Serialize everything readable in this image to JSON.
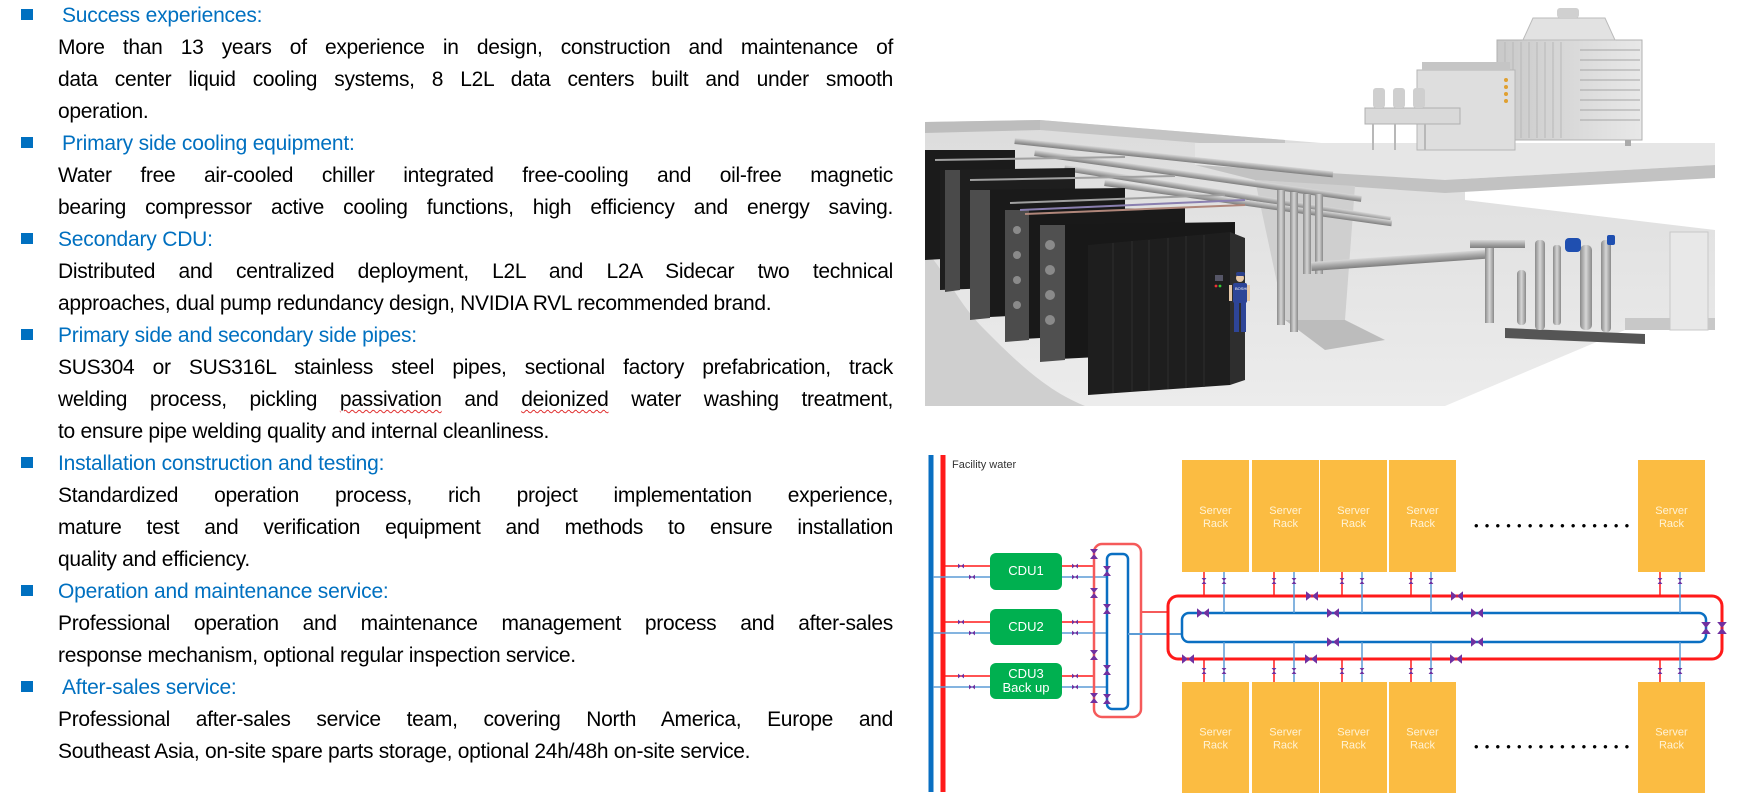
{
  "sections": [
    {
      "heading": "Success experiences:",
      "lines": [
        "More than 13 years of experience in design, construction and maintenance of",
        "data center liquid cooling systems, 8 L2L data centers built and under smooth",
        "operation."
      ]
    },
    {
      "heading": "Primary side cooling equipment:",
      "lines": [
        "Water free air-cooled chiller integrated free-cooling and oil-free magnetic",
        "bearing compressor active cooling functions, high efficiency and energy saving."
      ]
    },
    {
      "heading": "Secondary CDU:",
      "lines": [
        "Distributed and centralized deployment, L2L and L2A Sidecar two technical",
        "approaches, dual pump redundancy design, NVIDIA RVL recommended brand."
      ]
    },
    {
      "heading": "Primary side and secondary side pipes:",
      "lines": [
        "SUS304 or SUS316L stainless steel pipes, sectional factory prefabrication, track",
        "welding process, pickling passivation and deionized water washing treatment,",
        "to ensure pipe welding quality and internal cleanliness."
      ]
    },
    {
      "heading": "Installation construction and testing:",
      "lines": [
        "Standardized operation process, rich project implementation experience,",
        "mature test and verification equipment and methods to ensure installation",
        "quality and efficiency."
      ]
    },
    {
      "heading": "Operation and maintenance service:",
      "lines": [
        "Professional operation and maintenance management process and after-sales",
        "response mechanism, optional regular inspection service."
      ]
    },
    {
      "heading": "After-sales service:",
      "lines": [
        "Professional after-sales service team, covering North America, Europe and",
        "Southeast Asia, on-site spare parts storage, optional 24h/48h on-site service."
      ]
    }
  ],
  "render": {
    "badge_text": "BOSHI"
  },
  "diagram": {
    "facility_water_label": "Facility water",
    "cdus": [
      {
        "line1": "CDU1",
        "line2": ""
      },
      {
        "line1": "CDU2",
        "line2": ""
      },
      {
        "line1": "CDU3",
        "line2": "Back up"
      }
    ],
    "rack_label_line1": "Server",
    "rack_label_line2": "Rack",
    "racks_per_row_shown": 5,
    "ellipsis": "• • • • • • • • • • • • • • •",
    "colors": {
      "supply_red": "#ff1a1a",
      "light_red": "#f55a5a",
      "return_blue": "#0a6fc2",
      "light_blue": "#5b9bd5",
      "valve": "#7030a0",
      "cdu_green": "#00b050",
      "rack_yellow": "#fbbc42",
      "heading_blue": "#0070c0"
    }
  }
}
